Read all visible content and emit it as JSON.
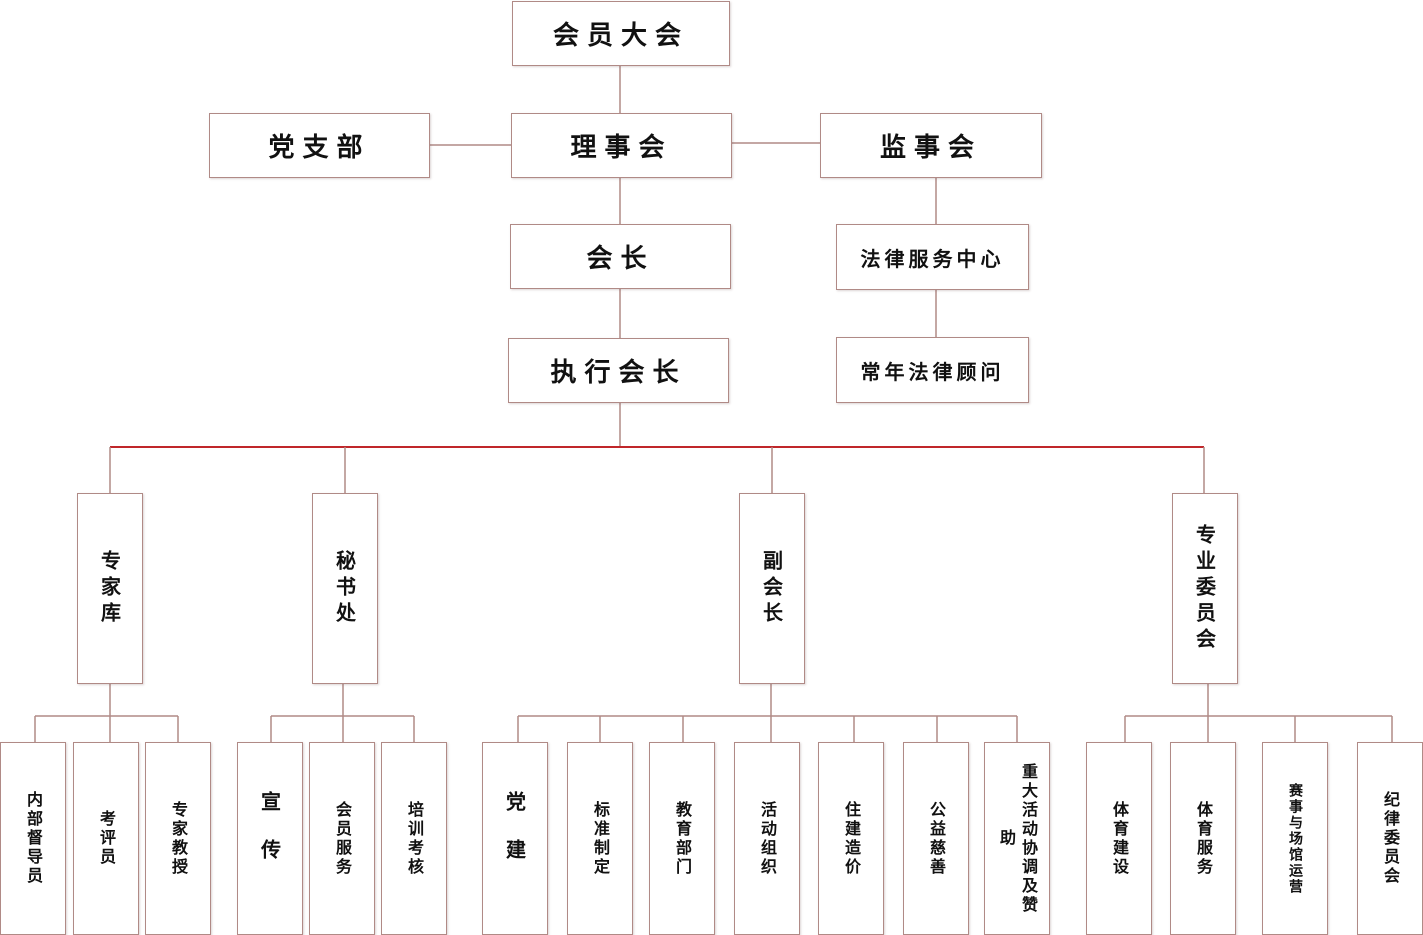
{
  "top": {
    "general_assembly": "会员大会",
    "party_branch": "党支部",
    "council": "理事会",
    "supervisory_board": "监事会",
    "president": "会长",
    "executive_president": "执行会长",
    "legal_service_center": "法律服务中心",
    "legal_advisor": "常年法律顾问"
  },
  "departments": [
    {
      "name": "专家库",
      "children": [
        "内部督导员",
        "考评员",
        "专家教授"
      ]
    },
    {
      "name": "秘书处",
      "children": [
        "宣传",
        "会员服务",
        "培训考核"
      ]
    },
    {
      "name": "副会长",
      "children": [
        "党建",
        "标准制定",
        "教育部门",
        "活动组织",
        "住建造价",
        "公益慈善",
        "重大活动协调及赞助"
      ]
    },
    {
      "name": "专业委员会",
      "children": [
        "体育建设",
        "体育服务",
        "赛事与场馆运营",
        "纪律委员会"
      ]
    }
  ],
  "colors": {
    "main_bus": "#c0262a",
    "connector": "#b08a86",
    "box_border": "#b08a86"
  }
}
